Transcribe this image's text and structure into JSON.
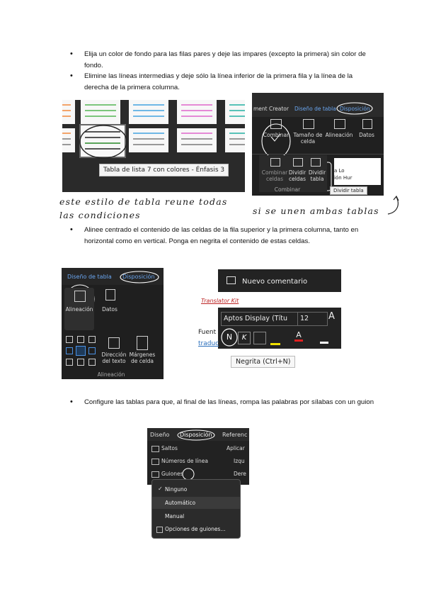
{
  "bullets": {
    "b1": "Elija un color de fondo para las filas pares y deje las impares (excepto la primera) sin color de fondo.",
    "b2": "Elimine las líneas intermedias y deje sólo la línea inferior de la primera fila y la línea de la derecha de la primera columna.",
    "b3": "Alinee centrado el contenido de las celdas de la fila superior y la primera columna, tanto en horizontal como en vertical. Ponga en negrita el contenido de estas celdas.",
    "b4": "Configure las tablas para que, al final de las líneas, rompa las palabras por sílabas con un guion"
  },
  "shot1": {
    "tooltip": "Tabla de lista 7 con colores - Énfasis 3"
  },
  "shot2": {
    "tab_left": "ment Creator",
    "tab_design": "Diseño de tabla",
    "tab_layout": "Disposición",
    "combine": "Combinar",
    "cell_size": "Tamaño de celda",
    "align": "Alineación",
    "data": "Datos",
    "merge_cells": "Combinar celdas",
    "split_cells": "Dividir celdas",
    "split_table": "Dividir tabla",
    "group": "Combinar",
    "tooltip": "Dividir tabla",
    "doc_text1": "a Lo",
    "doc_text2": "ión Hur"
  },
  "annot": {
    "a1": "este estilo de tabla reune todas",
    "a2": "las condiciones",
    "a3": "si se unen ambas tablas"
  },
  "shot3": {
    "tab_design": "Diseño de tabla",
    "tab_layout": "Disposición",
    "align": "Alineación",
    "data": "Datos",
    "direction": "Dirección del texto",
    "margins": "Márgenes de celda",
    "group": "Alineación"
  },
  "shot4": {
    "new_comment": "Nuevo comentario",
    "kit": "Translator Kit",
    "font": "Aptos Display (Títu",
    "size": "12",
    "bold": "N",
    "italic": "K",
    "side1": "Fuent",
    "side2": "traduc",
    "tooltip": "Negrita (Ctrl+N)"
  },
  "shot5": {
    "tab_design": "Diseño",
    "tab_layout": "Disposición",
    "tab_ref": "Referenc",
    "breaks": "Saltos",
    "line_numbers": "Números de línea",
    "hyphens": "Guiones",
    "apply": "Aplicar",
    "left": "Izqu",
    "right": "Dere",
    "opt_none": "Ninguno",
    "opt_auto": "Automático",
    "opt_manual": "Manual",
    "opt_options": "Opciones de guiones..."
  },
  "colors": {
    "ribbon_dark": "#1f1f1f",
    "accent_blue": "#4a90e2",
    "design_tab": "#6aa6f0"
  }
}
